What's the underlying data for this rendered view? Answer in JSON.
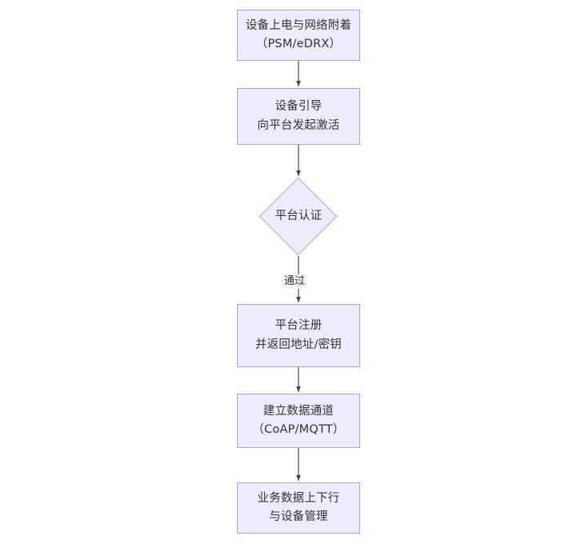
{
  "diagram": {
    "type": "flowchart",
    "orientation": "top-to-bottom",
    "background_color": "#ffffff",
    "node_fill_color": "#ececfd",
    "node_border_color": "#b39ddb",
    "node_text_color": "#333333",
    "edge_color": "#444444",
    "nodes": [
      {
        "id": "power-on",
        "shape": "rectangle",
        "lines": [
          "设备上电与网络附着",
          "（PSM/eDRX）"
        ]
      },
      {
        "id": "bootstrap",
        "shape": "rectangle",
        "lines": [
          "设备引导",
          "向平台发起激活"
        ]
      },
      {
        "id": "auth-decision",
        "shape": "diamond",
        "lines": [
          "平台认证"
        ]
      },
      {
        "id": "register",
        "shape": "rectangle",
        "lines": [
          "平台注册",
          "并返回地址/密钥"
        ]
      },
      {
        "id": "data-channel",
        "shape": "rectangle",
        "lines": [
          "建立数据通道",
          "（CoAP/MQTT）"
        ]
      },
      {
        "id": "business-data",
        "shape": "rectangle",
        "lines": [
          "业务数据上下行",
          "与设备管理"
        ]
      }
    ],
    "edges": [
      {
        "from": "power-on",
        "to": "bootstrap",
        "label": ""
      },
      {
        "from": "bootstrap",
        "to": "auth-decision",
        "label": ""
      },
      {
        "from": "auth-decision",
        "to": "register",
        "label": "通过"
      },
      {
        "from": "register",
        "to": "data-channel",
        "label": ""
      },
      {
        "from": "data-channel",
        "to": "business-data",
        "label": ""
      }
    ]
  }
}
